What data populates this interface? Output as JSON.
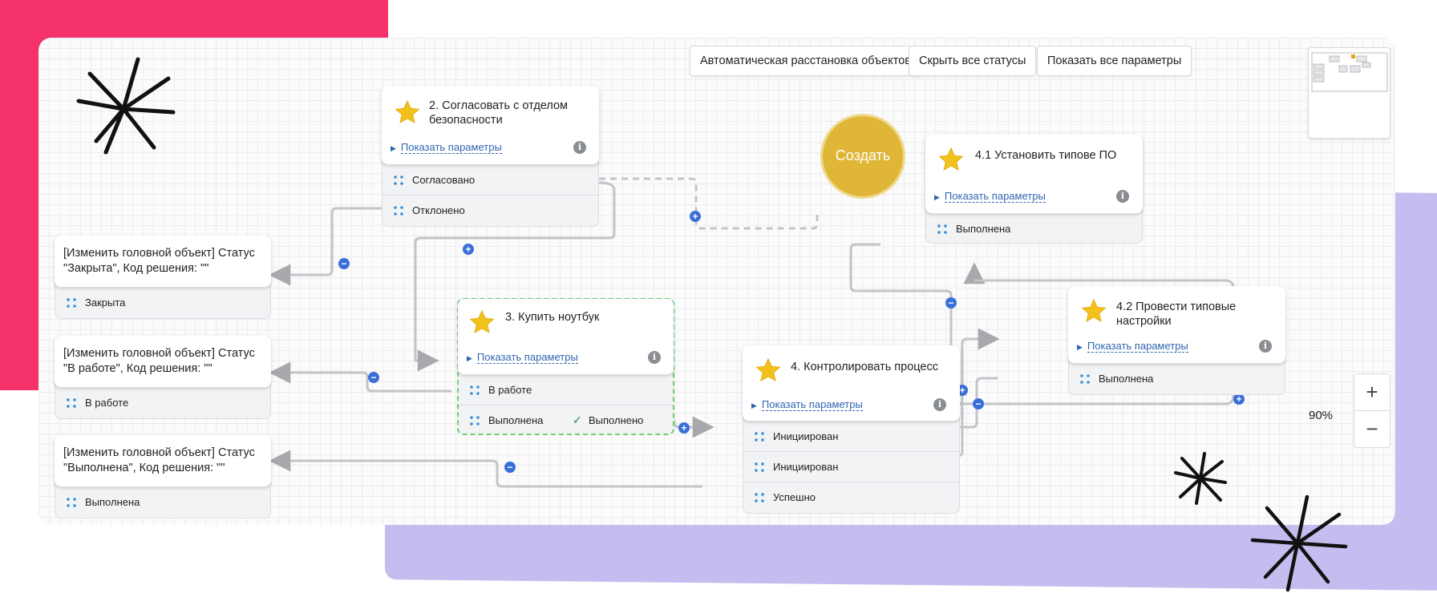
{
  "toolbar": {
    "auto_layout": "Автоматическая расстановка объектов",
    "hide_statuses": "Скрыть все статусы",
    "show_params": "Показать все параметры"
  },
  "create_label": "Создать",
  "zoom": {
    "level": "90%",
    "plus": "+",
    "minus": "−"
  },
  "params_label": "Показать параметры",
  "tasks": {
    "t2": {
      "title": "2. Согласовать с отделом безопасности",
      "statuses": [
        "Согласовано",
        "Отклонено"
      ]
    },
    "t3": {
      "title": "3. Купить ноутбук",
      "statuses": [
        "В работе",
        "Выполнена"
      ],
      "result": "Выполнено"
    },
    "t4": {
      "title": "4. Контролировать процесс",
      "statuses": [
        "Инициирован",
        "Инициирован",
        "Успешно"
      ]
    },
    "t41": {
      "title": "4.1 Установить типове ПО",
      "statuses": [
        "Выполнена"
      ]
    },
    "t42": {
      "title": "4.2 Провести типовые настройки",
      "statuses": [
        "Выполнена"
      ]
    }
  },
  "status_nodes": [
    {
      "title": "[Изменить головной объект] Статус \"Закрыта\", Код решения: \"\"",
      "status": "Закрыта"
    },
    {
      "title": "[Изменить головной объект] Статус \"В работе\", Код решения: \"\"",
      "status": "В работе"
    },
    {
      "title": "[Изменить головной объект] Статус \"Выполнена\", Код решения: \"\"",
      "status": "Выполнена"
    }
  ],
  "icons": {
    "star": "star-icon",
    "info": "info-icon",
    "dots": "status-dots-icon",
    "check": "check-icon"
  },
  "colors": {
    "pink": "#f5336a",
    "purple": "#c5bdf0",
    "accent_blue": "#3a6fd8",
    "star": "#f2c21b",
    "create": "#dfb637"
  }
}
